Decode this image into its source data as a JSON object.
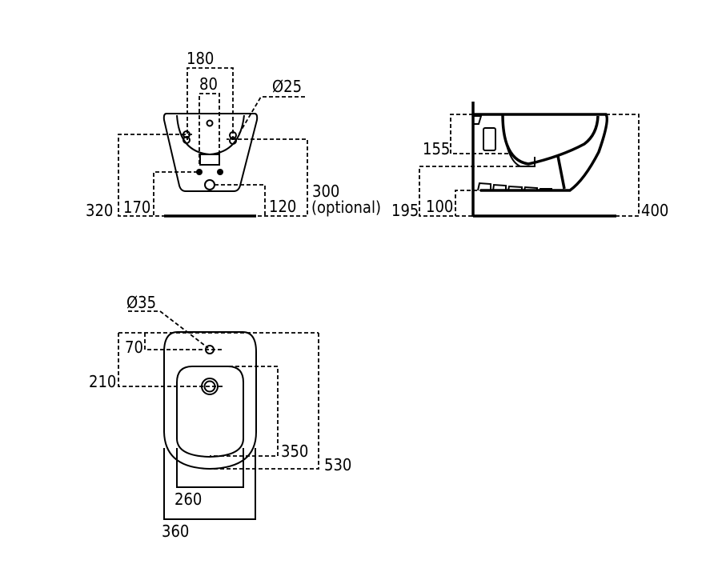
{
  "front_view": {
    "dims": {
      "fixing_width": "180",
      "bracket_width": "80",
      "hole_diameter": "Ø25",
      "fixing_height": "320",
      "supply_height": "170",
      "waste_height": "120",
      "optional_height": "300",
      "optional_note": "(optional)"
    }
  },
  "side_view": {
    "dims": {
      "rim_to_fixing": "155",
      "supply_height": "195",
      "waste_height": "100",
      "rim_height": "400"
    }
  },
  "top_view": {
    "dims": {
      "tap_hole_diameter": "Ø35",
      "tap_hole_offset": "70",
      "drain_offset": "210",
      "bowl_length": "350",
      "overall_length": "530",
      "bowl_width": "260",
      "overall_width": "360"
    }
  }
}
